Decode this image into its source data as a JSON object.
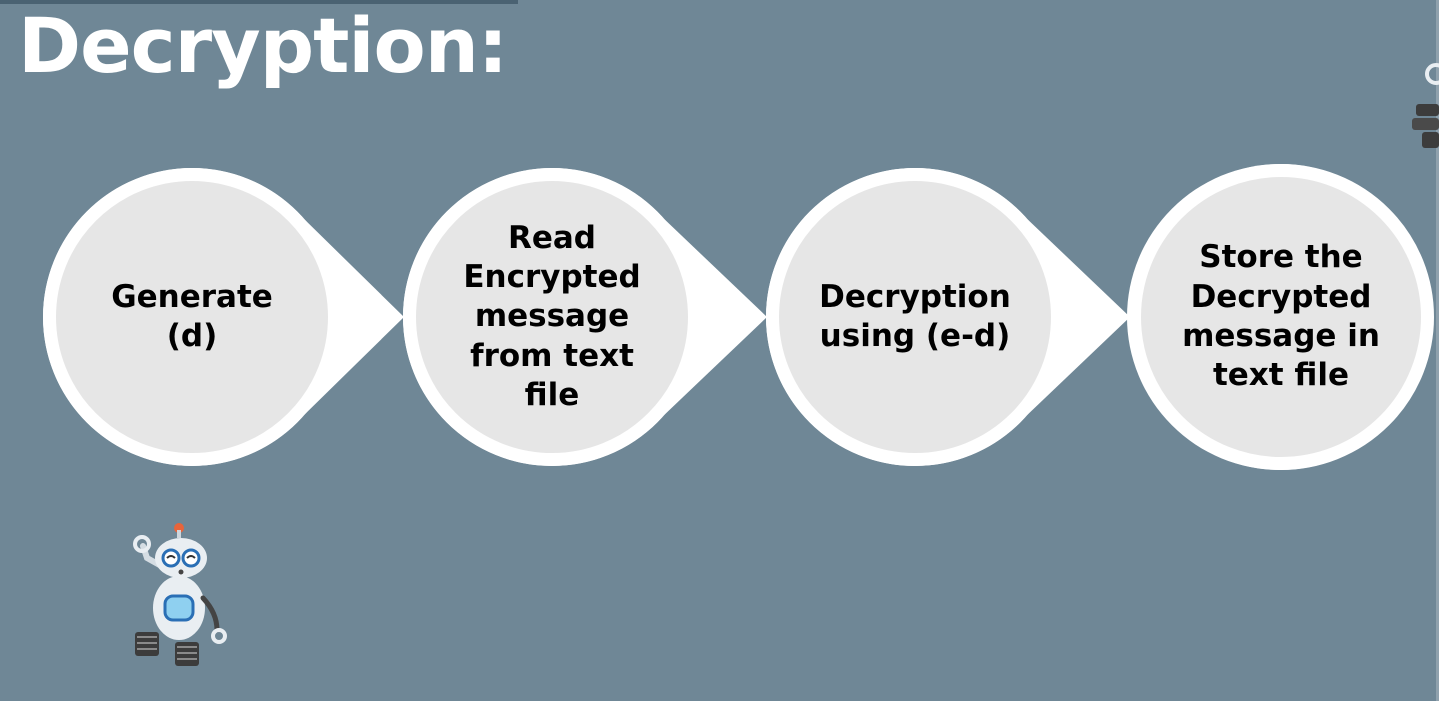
{
  "slide": {
    "title": "Decryption:"
  },
  "steps": [
    {
      "label": "Generate\n(d)"
    },
    {
      "label": "Read\nEncrypted\nmessage\nfrom text\nfile"
    },
    {
      "label": "Decryption\nusing (e-d)"
    },
    {
      "label": "Store the\nDecrypted\nmessage in\ntext file"
    }
  ],
  "colors": {
    "background": "#6f8796",
    "circle_fill": "#e6e6e6",
    "circle_border": "#ffffff",
    "title_text": "#ffffff",
    "step_text": "#000000"
  },
  "icons": [
    "robot-mascot-icon",
    "robot-arm-icon"
  ]
}
